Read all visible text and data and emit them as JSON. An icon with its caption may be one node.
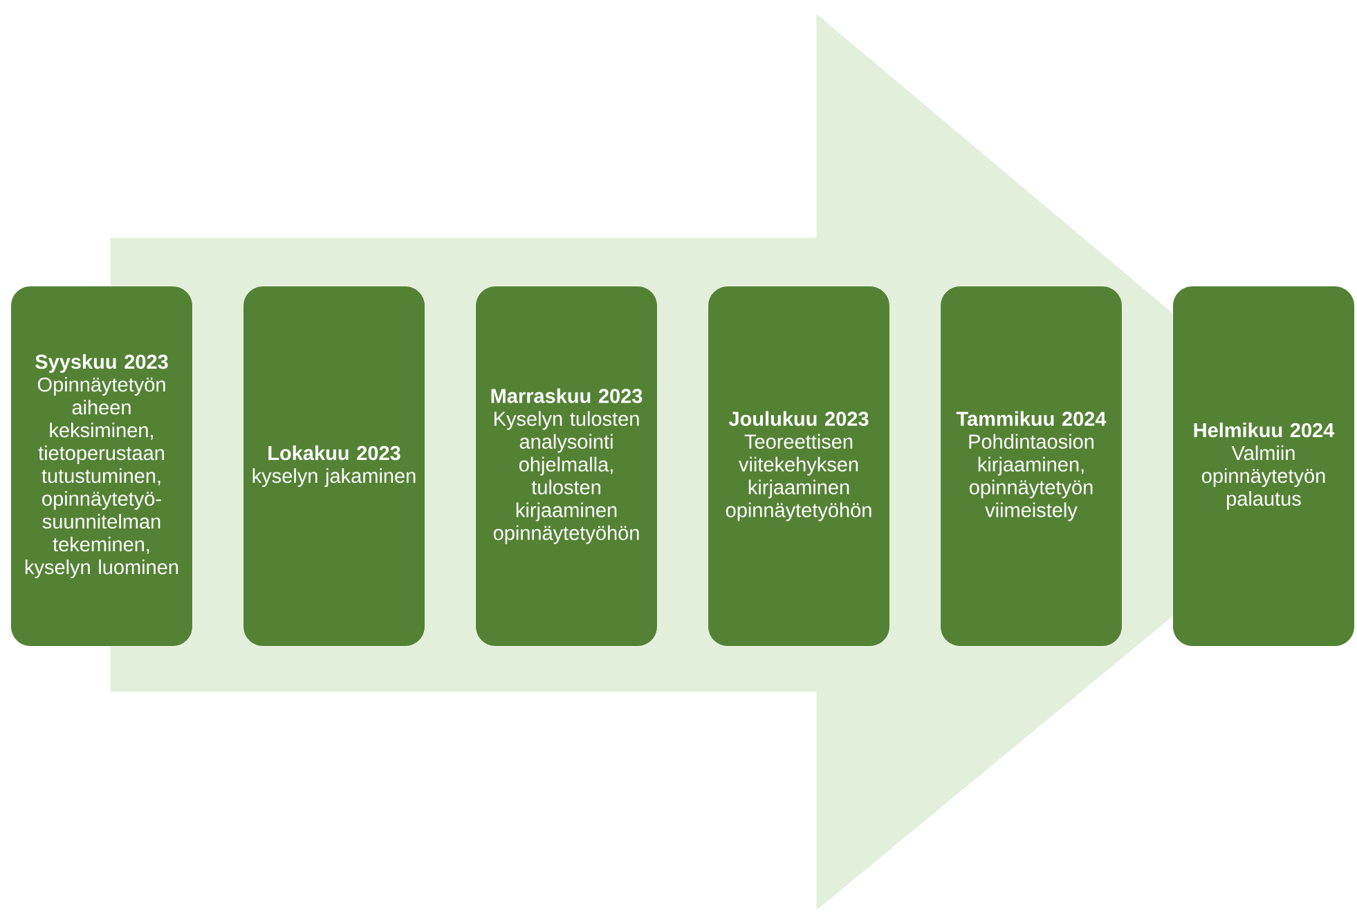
{
  "diagram": {
    "nodes": [
      {
        "text": [
          "Syyskuu 2023",
          "Opinnäytetyön aiheen keksiminen, tietoperustaan tutustuminen, opinnäytetyö-suunnitelman tekeminen, kyselyn luominen"
        ]
      },
      {
        "text": [
          "Lokakuu 2023",
          "kyselyn jakaminen"
        ]
      },
      {
        "text": [
          "Marraskuu 2023",
          "Kyselyn tulosten analysointi ohjelmalla, tulosten kirjaaminen opinnäytetyöhön"
        ]
      },
      {
        "text": [
          "Joulukuu 2023",
          "Teoreettisen viitekehyksen kirjaaminen opinnäytetyöhön"
        ]
      },
      {
        "text": [
          "Tammikuu 2024",
          "Pohdintaosion kirjaaminen, opinnäytetyön viimeistely"
        ]
      },
      {
        "text": [
          "Helmikuu 2024",
          "Valmiin opinnäytetyön palautus"
        ]
      }
    ],
    "edges": [
      {
        "from": 0,
        "to": 5,
        "arrow": "to"
      }
    ]
  }
}
